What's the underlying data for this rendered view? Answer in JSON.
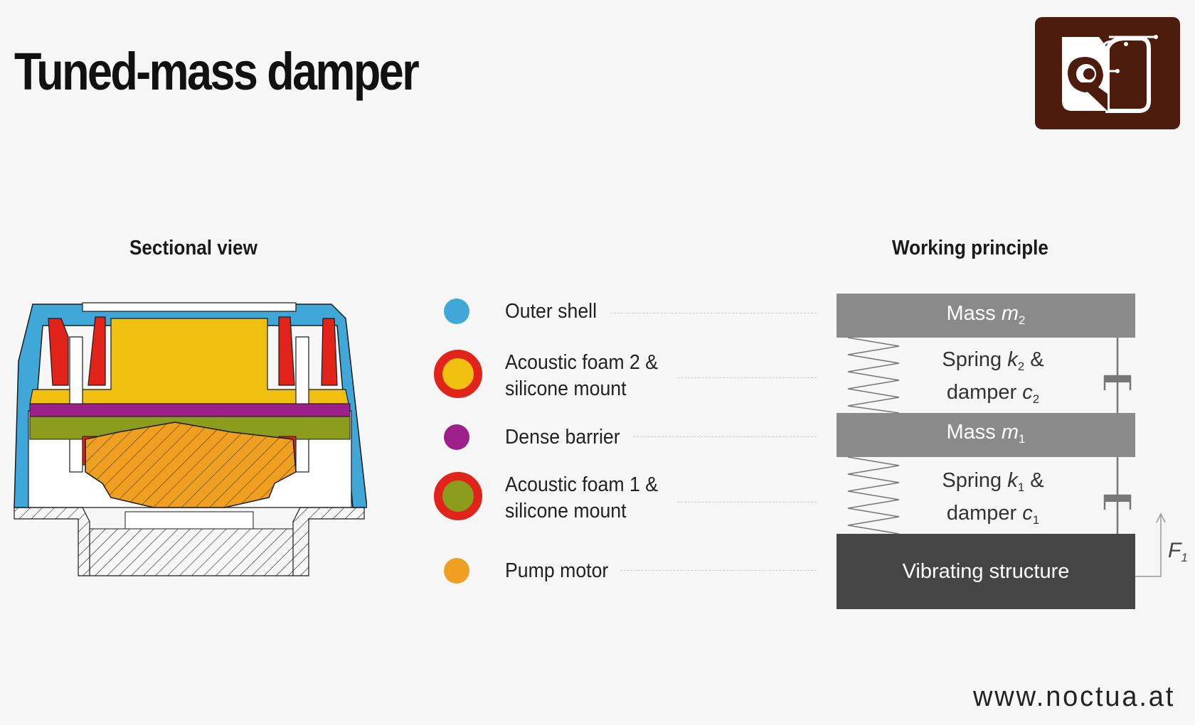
{
  "title": "Tuned-mass damper",
  "headings": {
    "sectional_view": "Sectional view",
    "working_principle": "Working principle"
  },
  "legend": [
    {
      "label_line1": "Outer shell",
      "label_line2": "",
      "color": "#3fa8d8",
      "ring_color": ""
    },
    {
      "label_line1": "Acoustic foam 2 &",
      "label_line2": "silicone mount",
      "color": "#f0c010",
      "ring_color": "#e2231a"
    },
    {
      "label_line1": "Dense barrier",
      "label_line2": "",
      "color": "#9c1f8a",
      "ring_color": ""
    },
    {
      "label_line1": "Acoustic foam 1 &",
      "label_line2": "silicone mount",
      "color": "#8c9c1c",
      "ring_color": "#e2231a"
    },
    {
      "label_line1": "Pump motor",
      "label_line2": "",
      "color": "#f0a020",
      "ring_color": ""
    }
  ],
  "principle": {
    "mass2": {
      "text": "Mass ",
      "var": "m",
      "sub": "2"
    },
    "spring2": {
      "text1": "Spring ",
      "var_k": "k",
      "sub_k": "2",
      "amp": " &",
      "text2": "damper ",
      "var_c": "c",
      "sub_c": "2"
    },
    "mass1": {
      "text": "Mass ",
      "var": "m",
      "sub": "1"
    },
    "spring1": {
      "text1": "Spring ",
      "var_k": "k",
      "sub_k": "1",
      "amp": " &",
      "text2": "damper ",
      "var_c": "c",
      "sub_c": "1"
    },
    "base": "Vibrating structure",
    "force": {
      "var": "F",
      "sub": "1"
    }
  },
  "colors": {
    "mass_block": "#8a8a8a",
    "base_block": "#454545",
    "logo_bg": "#4e1c0c"
  },
  "url": "www.noctua.at"
}
